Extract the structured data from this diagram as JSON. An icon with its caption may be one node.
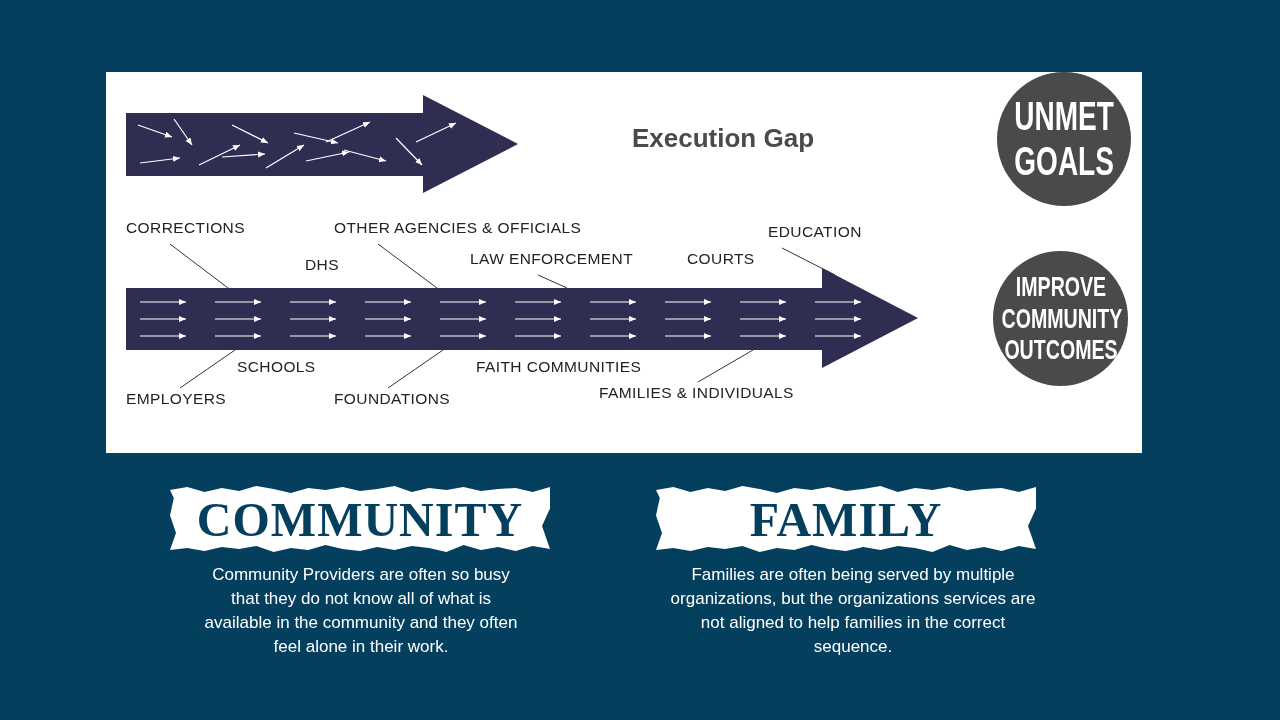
{
  "diagram": {
    "nodes": [
      {
        "text": [],
        "shape": "arrow"
      },
      {
        "text": [
          "UNMET GOALS"
        ]
      },
      {
        "text": [
          "CORRECTIONS"
        ]
      },
      {
        "text": [
          "OTHER AGENCIES & OFFICIALS"
        ]
      },
      {
        "text": [
          "LAW ENFORCEMENT"
        ]
      },
      {
        "text": [
          "EDUCATION"
        ]
      },
      {
        "text": [],
        "shape": "arrow"
      },
      {
        "text": [
          "IMPROVE COMMUNITY OUTCOMES"
        ]
      },
      {
        "text": [
          "EMPLOYERS"
        ]
      },
      {
        "text": [
          "FOUNDATIONS"
        ]
      },
      {
        "text": [
          "FAMILIES & INDIVIDUALS"
        ]
      },
      {
        "text": [
          "COMMUNITY"
        ],
        "beside": [
          "Community Providers are often so busy that they do not know all of what is available in the community and they often feel alone in their work."
        ]
      },
      {
        "text": [
          "FAMILY"
        ],
        "beside": [
          "Families are often being served by multiple organizations, but the organizations services are not aligned to help families in the correct sequence."
        ]
      }
    ],
    "edges": [
      {
        "from": 2,
        "to": 6,
        "arrow": "none"
      },
      {
        "from": 3,
        "to": 6,
        "arrow": "none"
      },
      {
        "from": 4,
        "to": 6,
        "arrow": "none"
      },
      {
        "from": 5,
        "to": 6,
        "arrow": "none"
      },
      {
        "from": 8,
        "to": 6,
        "arrow": "none"
      },
      {
        "from": 9,
        "to": 6,
        "arrow": "none"
      },
      {
        "from": 10,
        "to": 6,
        "arrow": "none"
      }
    ],
    "labels": [
      "Execution Gap",
      "DHS",
      "COURTS",
      "SCHOOLS",
      "FAITH COMMUNITIES"
    ]
  }
}
